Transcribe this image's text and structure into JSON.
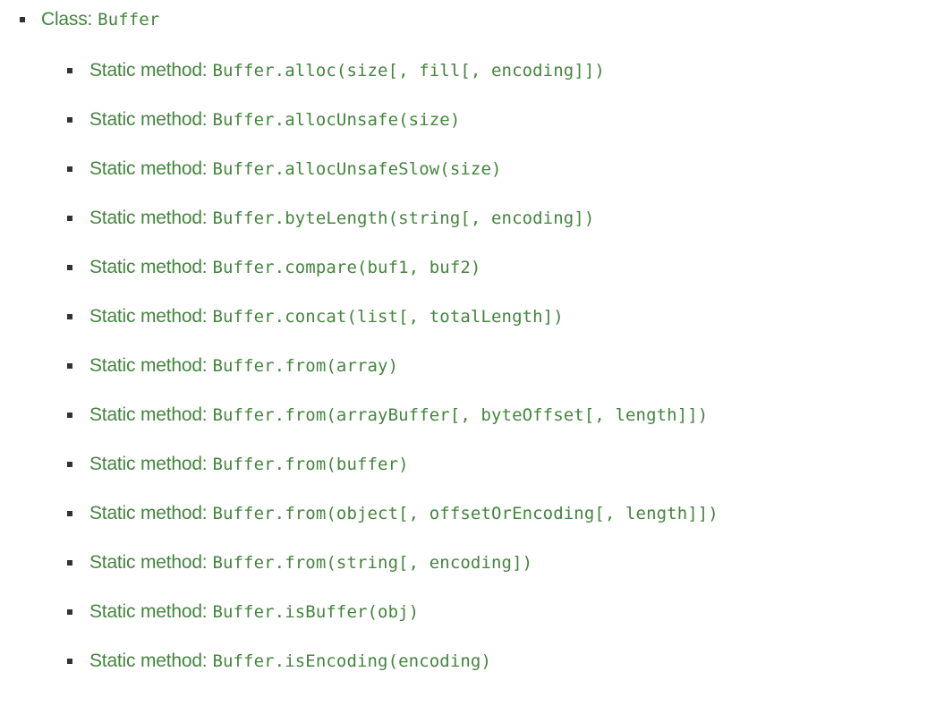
{
  "colors": {
    "link": "#43853d",
    "bullet": "#333333",
    "background": "#ffffff"
  },
  "class_item": {
    "prefix": "Class:",
    "name": "Buffer"
  },
  "methods": [
    {
      "prefix": "Static method:",
      "code": "Buffer.alloc(size[, fill[, encoding]])"
    },
    {
      "prefix": "Static method:",
      "code": "Buffer.allocUnsafe(size)"
    },
    {
      "prefix": "Static method:",
      "code": "Buffer.allocUnsafeSlow(size)"
    },
    {
      "prefix": "Static method:",
      "code": "Buffer.byteLength(string[, encoding])"
    },
    {
      "prefix": "Static method:",
      "code": "Buffer.compare(buf1, buf2)"
    },
    {
      "prefix": "Static method:",
      "code": "Buffer.concat(list[, totalLength])"
    },
    {
      "prefix": "Static method:",
      "code": "Buffer.from(array)"
    },
    {
      "prefix": "Static method:",
      "code": "Buffer.from(arrayBuffer[, byteOffset[, length]])"
    },
    {
      "prefix": "Static method:",
      "code": "Buffer.from(buffer)"
    },
    {
      "prefix": "Static method:",
      "code": "Buffer.from(object[, offsetOrEncoding[, length]])"
    },
    {
      "prefix": "Static method:",
      "code": "Buffer.from(string[, encoding])"
    },
    {
      "prefix": "Static method:",
      "code": "Buffer.isBuffer(obj)"
    },
    {
      "prefix": "Static method:",
      "code": "Buffer.isEncoding(encoding)"
    }
  ]
}
